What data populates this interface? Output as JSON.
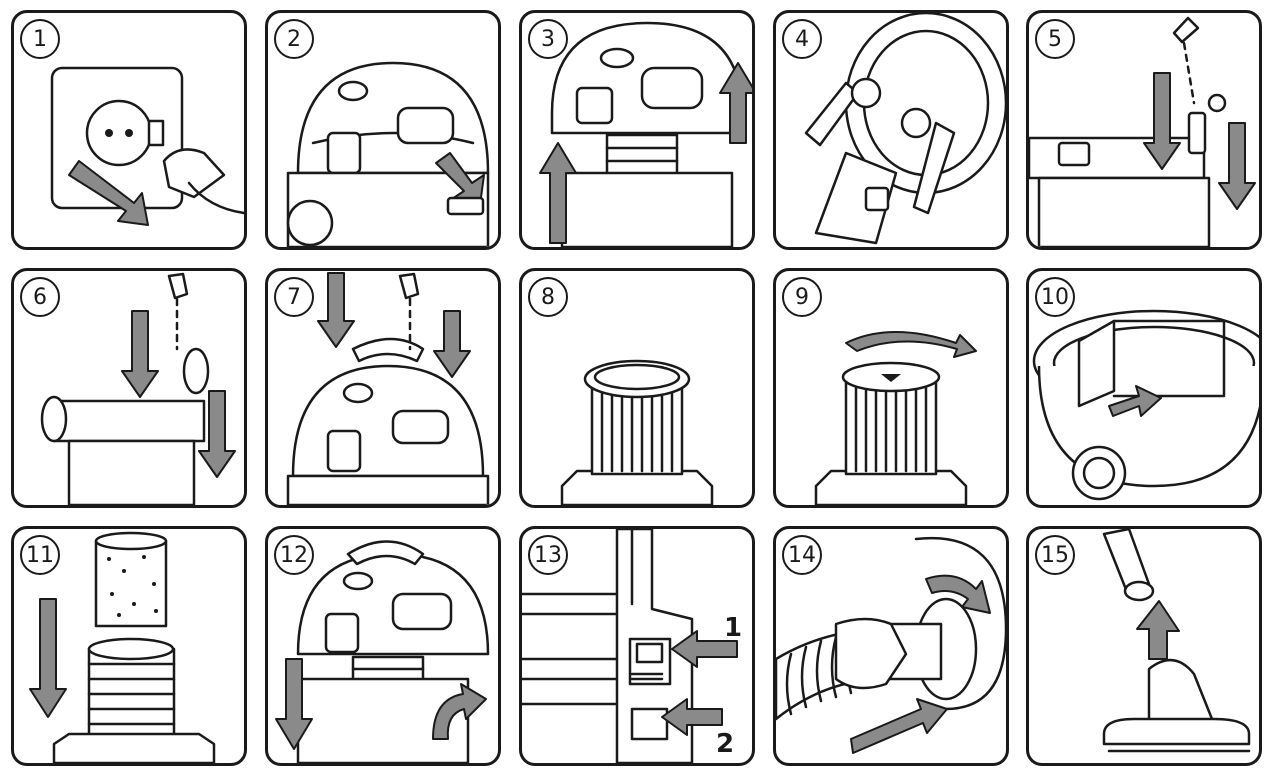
{
  "steps": [
    {
      "number": "1"
    },
    {
      "number": "2"
    },
    {
      "number": "3"
    },
    {
      "number": "4"
    },
    {
      "number": "5"
    },
    {
      "number": "6"
    },
    {
      "number": "7"
    },
    {
      "number": "8"
    },
    {
      "number": "9"
    },
    {
      "number": "10"
    },
    {
      "number": "11"
    },
    {
      "number": "12"
    },
    {
      "number": "13"
    },
    {
      "number": "14"
    },
    {
      "number": "15"
    }
  ],
  "step13_marks": {
    "first": "1",
    "second": "2"
  },
  "colors": {
    "line": "#1a1a1a",
    "arrow_fill": "#8a8a8a",
    "background": "#ffffff"
  },
  "icons": [
    "unplug-icon",
    "clip-open-icon",
    "lift-head-icon",
    "dust-bag-icon",
    "screw-remove-icon",
    "wheel-screw-icon",
    "handle-screw-icon",
    "cartridge-filter-icon",
    "twist-filter-icon",
    "container-open-icon",
    "foam-filter-icon",
    "head-mount-icon",
    "latch-icon",
    "hose-connect-icon",
    "floor-nozzle-icon"
  ]
}
